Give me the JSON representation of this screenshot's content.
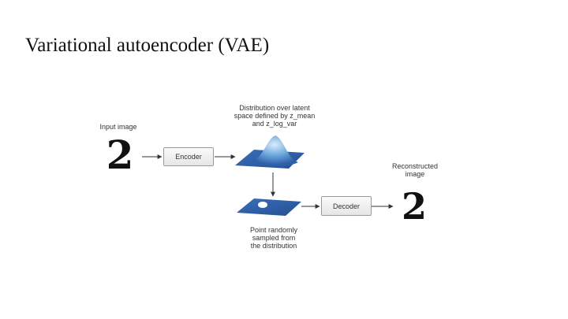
{
  "slide": {
    "title": "Variational autoencoder (VAE)"
  },
  "diagram": {
    "input_label": "Input image",
    "input_digit": "2",
    "encoder_label": "Encoder",
    "distribution_label": "Distribution over latent\nspace defined by z_mean\nand z_log_var",
    "sample_label": "Point randomly\nsampled from\nthe distribution",
    "decoder_label": "Decoder",
    "output_label": "Reconstructed\nimage",
    "output_digit": "2"
  },
  "colors": {
    "plane_blue": "#2f5fa8",
    "peak_light": "#cfe6f7",
    "sample_point": "#ffffff",
    "digit_ink": "#111111",
    "arrow": "#333333"
  }
}
